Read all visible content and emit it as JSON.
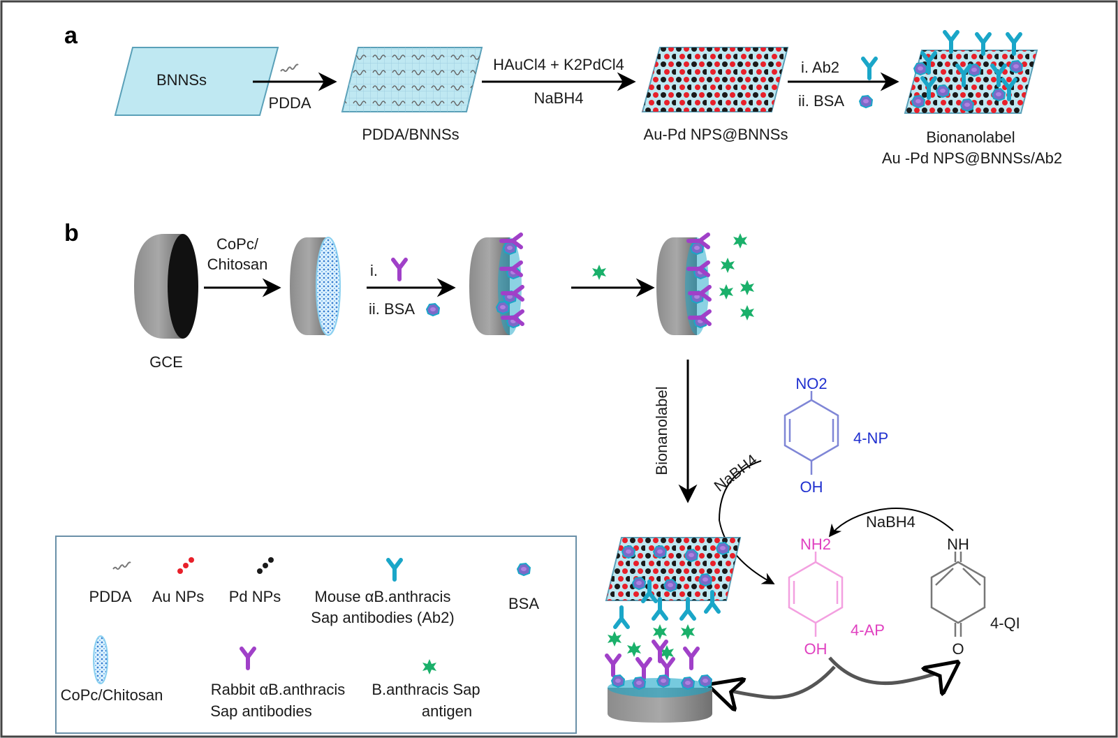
{
  "panel_a": {
    "letter": "a",
    "bnnss": "BNNSs",
    "pdda": "PDDA",
    "pdda_bnnss": "PDDA/BNNSs",
    "reagent_top": "HAuCl4 + K2PdCl4",
    "reagent_bottom": "NaBH4",
    "aupd": "Au-Pd NPS@BNNSs",
    "step_ab2": "i. Ab2",
    "step_bsa": "ii. BSA",
    "bionanolabel": "Bionanolabel",
    "bionanolabel_full": "Au -Pd NPS@BNNSs/Ab2"
  },
  "panel_b": {
    "letter": "b",
    "gce": "GCE",
    "copc_1": "CoPc/",
    "copc_2": "Chitosan",
    "step_i": "i.",
    "step_ii": "ii. BSA",
    "vertical_label": "Bionanolabel"
  },
  "chemistry": {
    "no2": "NO2",
    "label_4np": "4-NP",
    "oh_top": "OH",
    "nabh4_left": "NaBH4",
    "nabh4_right": "NaBH4",
    "nh2": "NH2",
    "nh": "NH",
    "label_4ap": "4-AP",
    "label_4qi": "4-QI",
    "oh_bottom": "OH",
    "o": "O"
  },
  "legend": {
    "pdda": "PDDA",
    "au_nps": "Au NPs",
    "pd_nps": "Pd NPs",
    "mouse_1": "Mouse αB.anthracis",
    "mouse_2": "Sap antibodies (Ab2)",
    "bsa": "BSA",
    "copc": "CoPc/Chitosan",
    "rabbit_1": "Rabbit αB.anthracis",
    "rabbit_2": "Sap antibodies",
    "antigen_1": "B.anthracis Sap",
    "antigen_2": "antigen"
  },
  "colors": {
    "sheet": "#bfe8f2",
    "au": "#e8202a",
    "pd": "#1a1a1a",
    "ab2": "#1aa6c8",
    "rabbit": "#a040c8",
    "antigen": "#1ab06a",
    "bsa": "#6a55b8",
    "electrode": "#7a7a7a",
    "nitro_blue": "#1f2fcf",
    "amino_pink": "#e040c0"
  }
}
